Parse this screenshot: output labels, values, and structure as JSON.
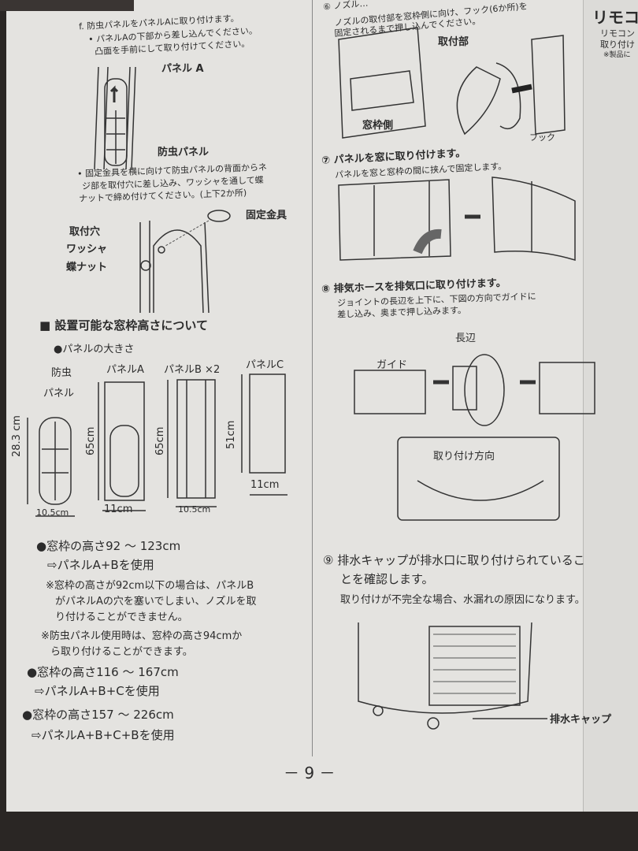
{
  "left": {
    "step_f": {
      "title": "f. 防虫パネルをパネルAに取り付けます。",
      "bullet1_line1": "• パネルAの下部から差し込んでください。",
      "bullet1_line2": "凸面を手前にして取り付けてください。",
      "label_panel_a": "パネル A",
      "label_insect_panel": "防虫パネル",
      "bullet2_line1": "• 固定金具を横に向けて防虫パネルの背面からネ",
      "bullet2_line2": "ジ部を取付穴に差し込み、ワッシャを通して蝶",
      "bullet2_line3": "ナットで締め付けてください。(上下2か所)",
      "label_bracket": "固定金具",
      "label_hole": "取付穴",
      "label_washer": "ワッシャ",
      "label_nut": "蝶ナット"
    },
    "section": {
      "title": "■ 設置可能な窓枠高さについて",
      "subtitle": "●パネルの大きさ",
      "panels": [
        {
          "name_line1": "防虫",
          "name_line2": "パネル",
          "height": "28.3 cm",
          "width": "10.5cm"
        },
        {
          "name_line1": "パネルA",
          "name_line2": "",
          "height": "65cm",
          "width": "11cm"
        },
        {
          "name_line1": "パネルB ×2",
          "name_line2": "",
          "height": "65cm",
          "width": "10.5cm"
        },
        {
          "name_line1": "パネルC",
          "name_line2": "",
          "height": "51cm",
          "width": "11cm"
        }
      ]
    },
    "ranges": [
      {
        "title": "●窓枠の高さ92 ～ 123cm",
        "use": "⇨パネルA+Bを使用",
        "notes": [
          "※窓枠の高さが92cm以下の場合は、パネルB",
          "がパネルAの穴を塞いでしまい、ノズルを取",
          "り付けることができません。",
          "※防虫パネル使用時は、窓枠の高さ94cmか",
          "ら取り付けることができます。"
        ]
      },
      {
        "title": "●窓枠の高さ116 ～ 167cm",
        "use": "⇨パネルA+B+Cを使用",
        "notes": []
      },
      {
        "title": "●窓枠の高さ157 ～ 226cm",
        "use": "⇨パネルA+B+C+Bを使用",
        "notes": []
      }
    ]
  },
  "right": {
    "step6": {
      "line1": "⑥ ノズル…",
      "line2": "ノズルの取付部を窓枠側に向け、フック(6か所)を",
      "line3": "固定されるまで押し込んでください。",
      "label_mount": "取付部",
      "label_frame_side": "窓枠側",
      "label_hook": "フック"
    },
    "step7": {
      "title": "⑦ パネルを窓に取り付けます。",
      "desc": "パネルを窓と窓枠の間に挟んで固定します。"
    },
    "step8": {
      "title": "⑧ 排気ホースを排気口に取り付けます。",
      "desc_line1": "ジョイントの長辺を上下に、下図の方向でガイドに",
      "desc_line2": "差し込み、奥まで押し込みます。",
      "label_long_side": "長辺",
      "label_guide": "ガイド",
      "label_direction": "取り付け方向"
    },
    "step9": {
      "title_line1": "⑨ 排水キャップが排水口に取り付けられているこ",
      "title_line2": "とを確認します。",
      "desc": "取り付けが不完全な場合、水漏れの原因になります。",
      "label_cap": "排水キャップ"
    }
  },
  "next_page": {
    "title": "リモコ",
    "line1": "リモコン",
    "line2": "取り付け",
    "line3": "※製品に"
  },
  "page_number": "－ 9 －"
}
